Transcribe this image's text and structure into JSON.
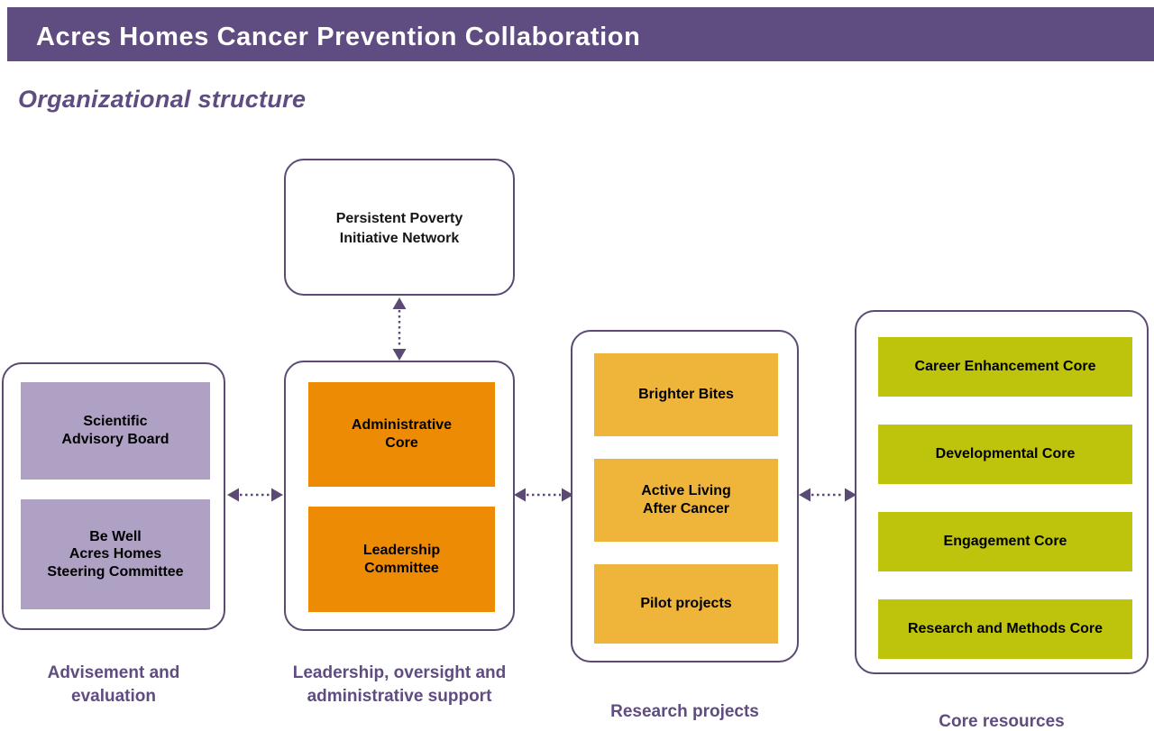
{
  "header": {
    "title": "Acres Homes Cancer Prevention Collaboration",
    "band_color": "#5F4C80"
  },
  "section": {
    "title": "Organizational structure",
    "title_color": "#5F4C80"
  },
  "palette": {
    "purple": "#5F4C80",
    "border_purple": "#5B4A74",
    "lavender": "#AFA1C4",
    "orange": "#ED8B05",
    "gold": "#EFB53B",
    "olive": "#BDC40B",
    "text_black": "#161616",
    "background": "#FFFFFF"
  },
  "chart_data": {
    "type": "diagram",
    "title": "Organizational structure",
    "nodes": [
      {
        "id": "ppin",
        "label": "Persistent Poverty Initiative Network",
        "group": "network",
        "fill": "#FFFFFF"
      },
      {
        "id": "sab",
        "label": "Scientific Advisory Board",
        "group": "advisement",
        "fill": "#AFA1C4"
      },
      {
        "id": "bwahsc",
        "label": "Be Well Acres Homes Steering Committee",
        "group": "advisement",
        "fill": "#AFA1C4"
      },
      {
        "id": "admin",
        "label": "Administrative Core",
        "group": "leadership",
        "fill": "#ED8B05"
      },
      {
        "id": "lead",
        "label": "Leadership Committee",
        "group": "leadership",
        "fill": "#ED8B05"
      },
      {
        "id": "bb",
        "label": "Brighter Bites",
        "group": "research",
        "fill": "#EFB53B"
      },
      {
        "id": "alac",
        "label": "Active Living After Cancer",
        "group": "research",
        "fill": "#EFB53B"
      },
      {
        "id": "pilot",
        "label": "Pilot projects",
        "group": "research",
        "fill": "#EFB53B"
      },
      {
        "id": "cec",
        "label": "Career Enhancement Core",
        "group": "resources",
        "fill": "#BDC40B"
      },
      {
        "id": "dc",
        "label": "Developmental Core",
        "group": "resources",
        "fill": "#BDC40B"
      },
      {
        "id": "ec",
        "label": "Engagement Core",
        "group": "resources",
        "fill": "#BDC40B"
      },
      {
        "id": "rmc",
        "label": "Research and Methods Core",
        "group": "resources",
        "fill": "#BDC40B"
      }
    ],
    "groups": [
      {
        "id": "advisement",
        "caption": "Advisement and evaluation"
      },
      {
        "id": "leadership",
        "caption": "Leadership, oversight and administrative support"
      },
      {
        "id": "research",
        "caption": "Research projects"
      },
      {
        "id": "resources",
        "caption": "Core resources"
      }
    ],
    "edges": [
      {
        "from": "network",
        "to": "leadership",
        "style": "dotted",
        "direction": "bidirectional",
        "orientation": "vertical"
      },
      {
        "from": "advisement",
        "to": "leadership",
        "style": "dotted",
        "direction": "bidirectional",
        "orientation": "horizontal"
      },
      {
        "from": "leadership",
        "to": "research",
        "style": "dotted",
        "direction": "bidirectional",
        "orientation": "horizontal"
      },
      {
        "from": "research",
        "to": "resources",
        "style": "dotted",
        "direction": "bidirectional",
        "orientation": "horizontal"
      }
    ]
  },
  "network_panel": {
    "line1": "Persistent Poverty",
    "line2": "Initiative Network"
  },
  "advisement_panel": {
    "caption": "Advisement and\nevaluation",
    "boxes": [
      {
        "line1": "Scientific",
        "line2": "Advisory Board",
        "line3": ""
      },
      {
        "line1": "Be Well",
        "line2": "Acres Homes",
        "line3": "Steering Committee"
      }
    ]
  },
  "leadership_panel": {
    "caption": "Leadership, oversight and\nadministrative support",
    "boxes": [
      {
        "line1": "Administrative",
        "line2": "Core"
      },
      {
        "line1": "Leadership",
        "line2": "Committee"
      }
    ]
  },
  "research_panel": {
    "caption": "Research projects",
    "boxes": [
      {
        "line1": "Brighter Bites",
        "line2": ""
      },
      {
        "line1": "Active Living",
        "line2": "After Cancer"
      },
      {
        "line1": "Pilot projects",
        "line2": ""
      }
    ]
  },
  "resources_panel": {
    "caption": "Core resources",
    "boxes": [
      {
        "label": "Career Enhancement Core"
      },
      {
        "label": "Developmental Core"
      },
      {
        "label": "Engagement Core"
      },
      {
        "label": "Research and Methods Core"
      }
    ]
  },
  "arrows": {
    "network_to_leadership": "bidirectional-dotted-vertical-arrow",
    "advisement_to_leadership": "bidirectional-dotted-horizontal-arrow",
    "leadership_to_research": "bidirectional-dotted-horizontal-arrow",
    "research_to_resources": "bidirectional-dotted-horizontal-arrow"
  }
}
